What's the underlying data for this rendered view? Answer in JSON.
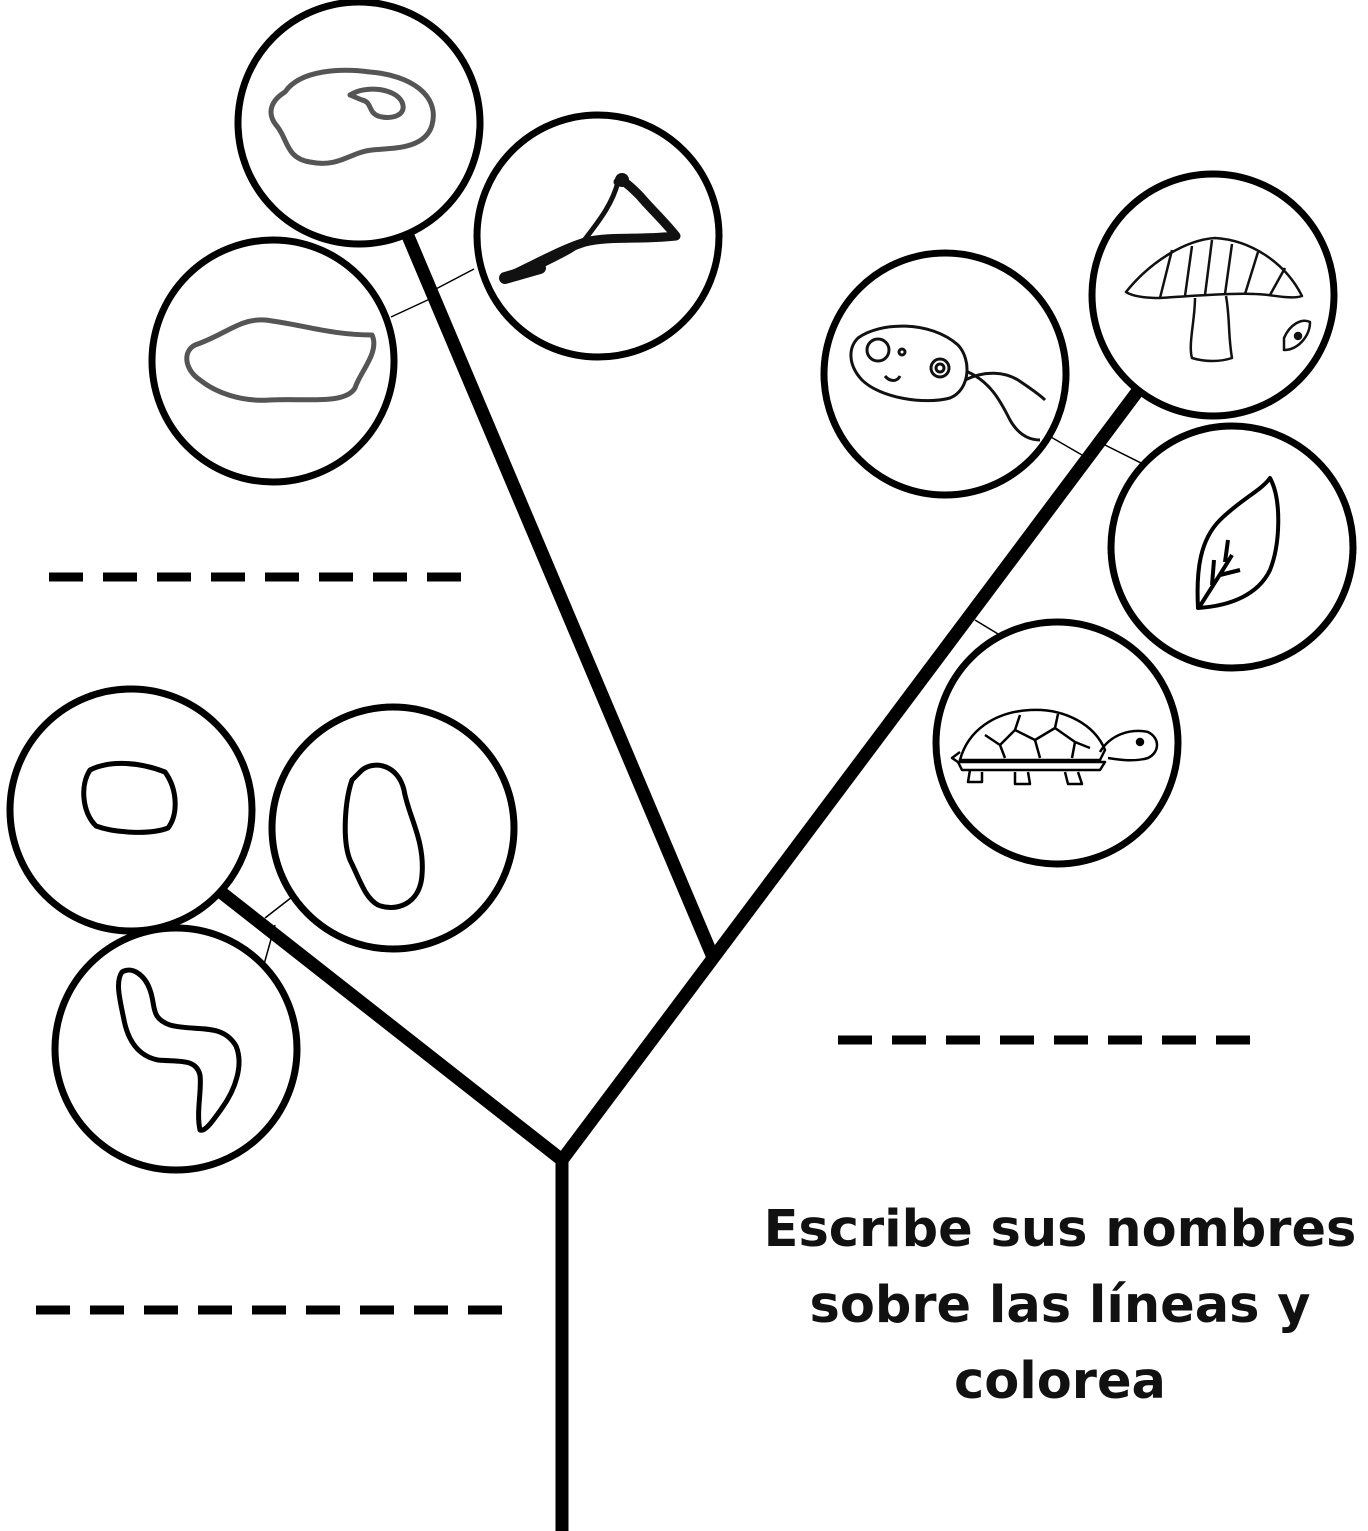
{
  "instructions": {
    "line1": "Escribe sus nombres",
    "line2": "sobre las líneas y",
    "line3": "colorea"
  },
  "organisms": {
    "top_left_group": [
      "amoeba-icon",
      "slime-mold-icon",
      "amoeba-icon"
    ],
    "bottom_left_group": [
      "coccus-bacterium-icon",
      "bacillus-bacterium-icon",
      "spirillum-bacterium-icon"
    ],
    "right_group": [
      "protozoan-icon",
      "mushroom-icon",
      "leaf-icon",
      "turtle-icon"
    ]
  },
  "colors": {
    "ink": "#000000",
    "background": "#ffffff"
  }
}
